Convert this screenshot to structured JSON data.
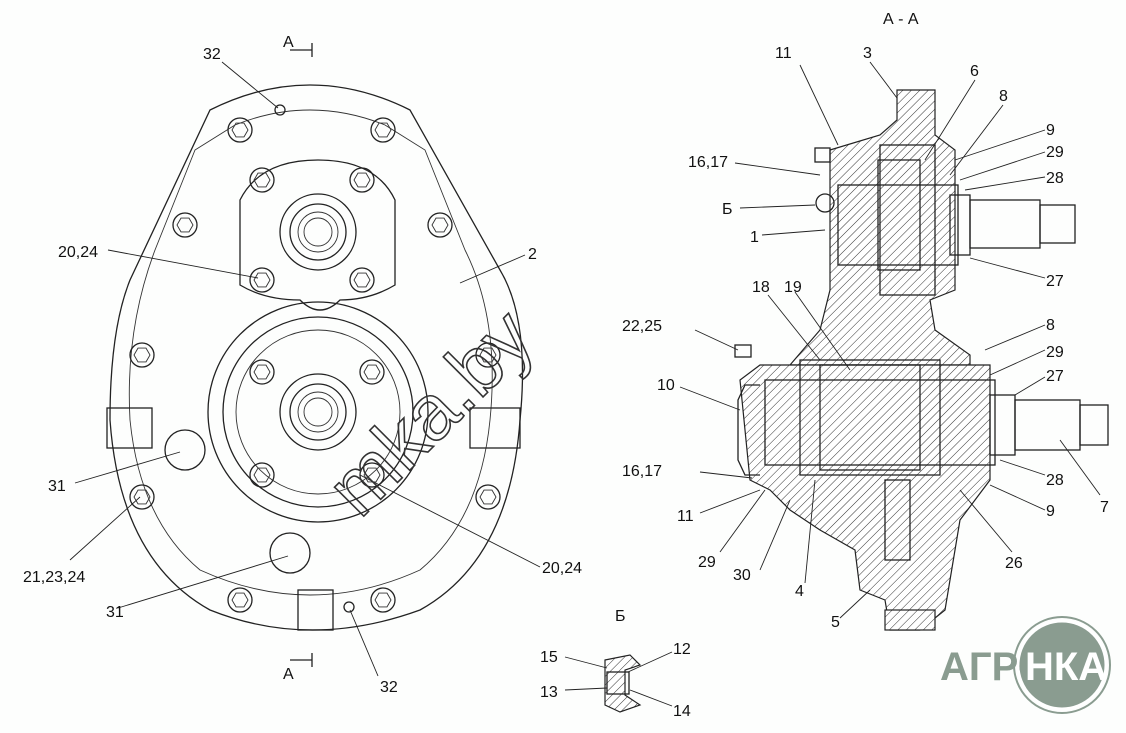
{
  "section_title": "А - А",
  "section_marker": "А",
  "detail_title": "Б",
  "left_view_labels": {
    "top_plug": "32",
    "upper_bolts": "20,24",
    "housing": "2",
    "left_plug": "31",
    "studs": "21,23,24",
    "lower_bolts": "20,24",
    "bottom_plug": "31",
    "bottom_vent": "32"
  },
  "section_labels": {
    "l11_top": "11",
    "l3": "3",
    "l6": "6",
    "l8_top": "8",
    "l9_top": "9",
    "l29_top": "29",
    "l28_top": "28",
    "l16_17_top": "16,17",
    "lB": "Б",
    "l1": "1",
    "l27_top": "27",
    "l18": "18",
    "l19": "19",
    "l22_25": "22,25",
    "l8_mid": "8",
    "l29_mid": "29",
    "l27_mid": "27",
    "l10": "10",
    "l16_17_bot": "16,17",
    "l28_bot": "28",
    "l7": "7",
    "l11_bot": "11",
    "l9_bot": "9",
    "l29_bot": "29",
    "l30": "30",
    "l4": "4",
    "l26": "26",
    "l5": "5"
  },
  "detail_labels": {
    "l15": "15",
    "l12": "12",
    "l13": "13",
    "l14": "14"
  },
  "watermark": "mka.by",
  "logo": {
    "left": "АГРО",
    "right": "НКА",
    "color": "#8a9c90"
  }
}
